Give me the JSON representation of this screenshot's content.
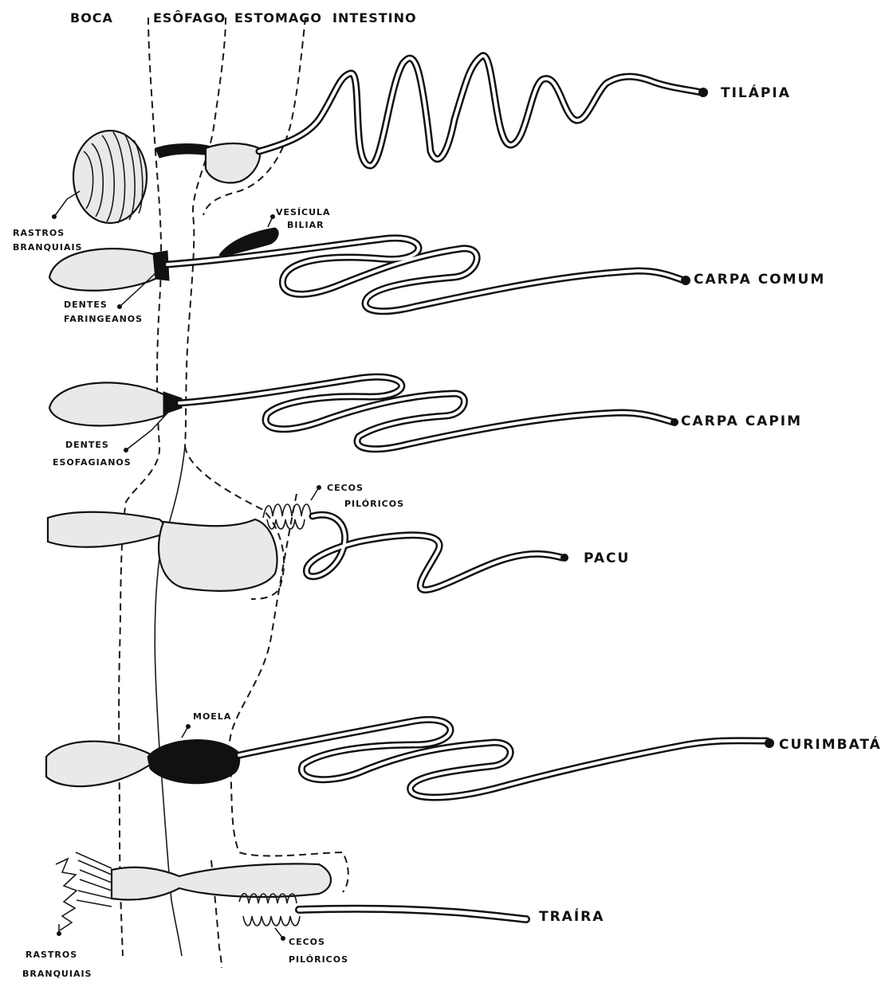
{
  "headers": {
    "boca": "BOCA",
    "esofago": "ESÔFAGO",
    "estomago": "ESTOMAGO",
    "intestino": "INTESTINO"
  },
  "species": {
    "tilapia": "TILÁPIA",
    "carpa_comum": "CARPA COMUM",
    "carpa_capim": "CARPA CAPIM",
    "pacu": "PACU",
    "curimbata": "CURIMBATÁ",
    "traira": "TRAÍRA"
  },
  "annotations": {
    "rastros_branquiais_1": [
      "RASTROS",
      "BRANQUIAIS"
    ],
    "vesicula_biliar": [
      "VESÍCULA",
      "BILIAR"
    ],
    "dentes_faringeanos": [
      "DENTES",
      "FARINGEANOS"
    ],
    "dentes_esofagianos": [
      "DENTES",
      "ESOFAGIANOS"
    ],
    "cecos_piloricos_1": [
      "CECOS",
      "PILÓRICOS"
    ],
    "moela": "MOELA",
    "cecos_piloricos_2": [
      "CECOS",
      "PILÓRICOS"
    ],
    "rastros_branquiais_2": [
      "RASTROS",
      "BRANQUIAIS"
    ]
  }
}
